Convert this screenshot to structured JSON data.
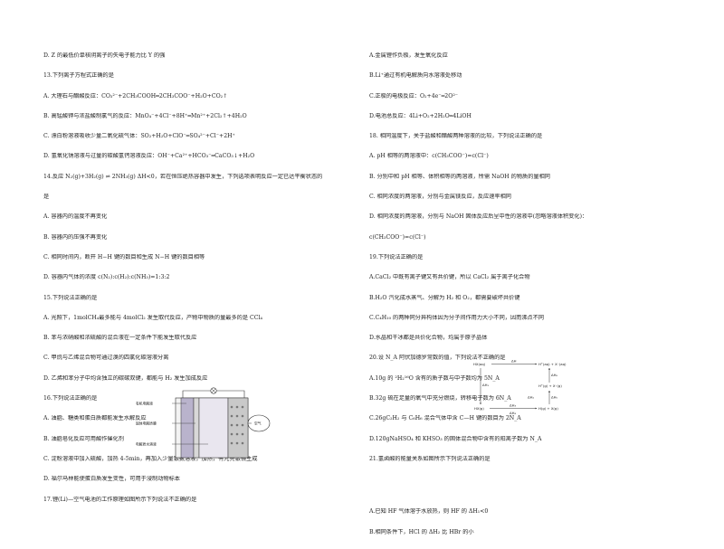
{
  "left_column": [
    "D. Z 的最低价单核阴离子的失电子能力比 Y 的强",
    "13.下列离子方程式正确的是",
    "A. 大理石与醋酸反应：CO₃²⁻+2CH₃COOH═2CH₃COO⁻+H₂O+CO₂↑",
    "B. 高锰酸钾与浓盐酸制氯气的反应：MnO₄⁻+4Cl⁻+8H⁺═Mn²⁺+2Cl₂↑+4H₂O",
    "C. 漂白粉溶液吸收少量二氧化硫气体：SO₂+H₂O+ClO⁻═SO₄²⁻+Cl⁻+2H⁺",
    "D. 氢氧化钠溶液与过量的碳酸氢钙溶液反应：OH⁻+Ca²⁺+HCO₃⁻═CaCO₃↓+H₂O",
    "14.反应 N₂(g)+3H₂(g) ⇌ 2NH₃(g)  ΔH<0，若在恒压绝热容器中发生，下列选项表明反应一定已达平衡状态的",
    "是",
    "A. 容器内的温度不再变化",
    "B. 容器内的压强不再变化",
    "C. 相同时间内，断开 H−H 键的数目和生成 N−H 键的数目相等",
    "D. 容器内气体的浓度 c(N₂):c(H₂):c(NH₃)=1:3:2",
    "15.下列说法正确的是",
    "A. 光照下，1molCH₄最多能与 4molCl₂ 发生取代反应，产物中物质的量最多的是 CCl₄",
    "B. 苯与浓硝酸和浓硫酸的混合液在一定条件下能发生取代反应",
    "C. 甲烷与乙烯混合物可通过溴的四氯化碳溶液分离",
    "D. 乙烯和苯分子中均含独立的碳碳双键，都能与 H₂ 发生加成反应",
    "16.下列说法正确的是",
    "A. 油脂、糖类和蛋白质都能发生水解反应",
    "B. 油脂皂化反应可用酸作催化剂",
    "C. 淀粉溶液中加入硫酸，加热 4-5min，再加入少量银氨溶液，加热，有光亮银镜生成",
    "D. 福尔马林能使蛋白质发生变性，可用于浸制动物标本",
    "17.锂(Li)—空气电池的工作原理如图所示下列说法不正确的是"
  ],
  "right_column": [
    "A.金属锂作负极，发生氧化反应",
    "B.Li⁺通过有机电解质向水溶液处移动",
    "C.正极的电极反应：O₂+4e⁻═2O²⁻",
    "D.电池总反应：4Li+O₂+2H₂O═4LiOH",
    "18. 相同温度下，关于盐酸和醋酸两种溶液的比较，下列说法正确的是",
    "A. pH 相等的两溶液中：c(CH₃COO⁻)=c(Cl⁻)",
    "B. 分别中和 pH 相等、体积相等的两溶液，所需 NaOH 的物质的量相同",
    "C. 相同浓度的两溶液，分别与金属镁反应，反应速率相同",
    "D. 相同浓度的两溶液，分别与 NaOH 固体反应后呈中性的溶液中(忽略溶液体积变化)：",
    "c(CH₃COO⁻)=c(Cl⁻)",
    "19.下列说法正确的是",
    "A.CaCl₂ 中既有离子键又有共价键，所以 CaCl₂ 属于离子化合物",
    "B.H₂O 汽化成水蒸气、分解为 H₂ 和 O₂，都需要破坏共价键",
    "C.C₄H₁₀ 的两种同分异构体因为分子间作用力大小不同，因而沸点不同",
    "D.水晶和干冰都是共价化合物，均属于原子晶体",
    "20.设 N_A 阿伏加德罗常数的值，下列说法不正确的是",
    "A.10g 的 ²H₂¹⁶O 含有的质子数与中子数均为 5N_A",
    "B.32g 硫在足量的氧气中充分燃烧，转移电子数为 6N_A",
    "C.26gC₂H₂ 与 C₆H₆ 混合气体中含 C—H 键的数目为 2N_A",
    "D.120gNaHSO₄ 和 KHSO₃ 的固体混合物中含有的阳离子数为 N_A",
    "21.氢卤酸的能量关系如图所示下列说法正确的是",
    "A.已知 HF 气体溶于水放热，则 HF 的 ΔH₁<0",
    "B.相同条件下，HCl 的 ΔH₂ 比 HBr 的小"
  ],
  "battery_diagram": {
    "labels": [
      "有机电解液",
      "固体电解质膜",
      "电解质水溶液",
      "空气"
    ]
  },
  "energy_diagram": {
    "labels": [
      "HX(aq)",
      "ΔH",
      "H⁺(aq) + X⁻(aq)",
      "ΔH₁",
      "ΔH₆",
      "H⁺(g) + X⁻(g)",
      "ΔH₅",
      "ΔH₂",
      "H(g) + X(g)",
      "HX(g)",
      "ΔH₃",
      "ΔH₄"
    ]
  }
}
